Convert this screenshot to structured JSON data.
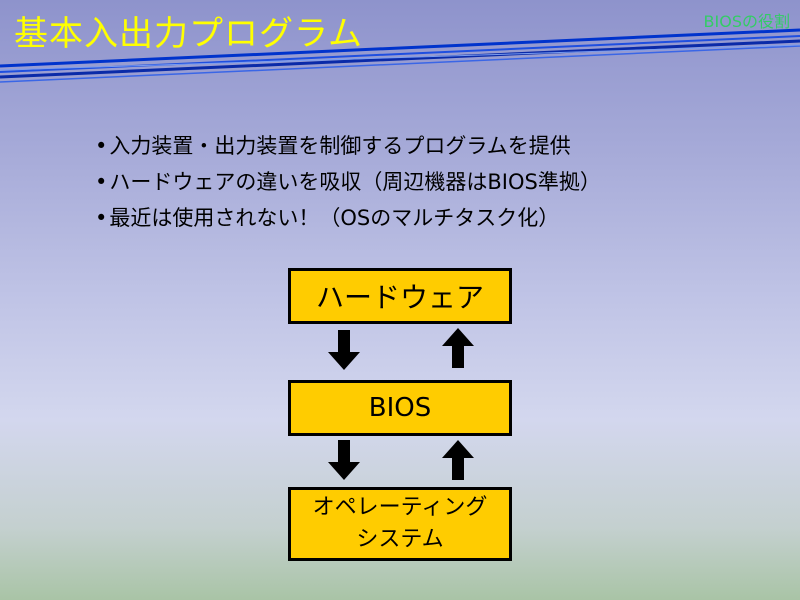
{
  "slide": {
    "title": "基本入出力プログラム",
    "corner_label": "BIOSの役割"
  },
  "bullets": [
    "入力装置・出力装置を制御するプログラムを提供",
    "ハードウェアの違いを吸収（周辺機器はBIOS準拠）",
    "最近は使用されない！（OSのマルチタスク化）"
  ],
  "diagram": {
    "hardware": "ハードウェア",
    "bios": "BIOS",
    "os": "オペレーティング\nシステム"
  },
  "colors": {
    "title": "#ffff00",
    "corner_label": "#33cc66",
    "box_fill": "#ffcc00",
    "stripe": "#0033cc"
  }
}
